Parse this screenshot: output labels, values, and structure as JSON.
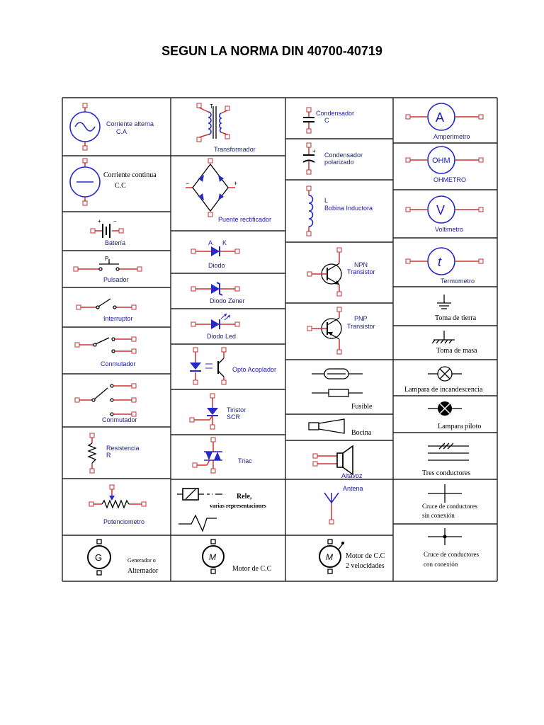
{
  "title": "SEGUN LA NORMA DIN 40700-40719",
  "col1": {
    "corriente_alterna": [
      "Corriente alterna",
      "C.A"
    ],
    "corriente_continua": [
      "Corriente continua",
      "C.C"
    ],
    "bateria": "Batería",
    "pulsador": "Pulsador",
    "pulsador_letter": "P",
    "interruptor": "Interruptor",
    "conmutador1": "Conmutador",
    "conmutador2": "Conmutador",
    "resistencia": [
      "Resistencia",
      "R"
    ],
    "potenciometro": "Potenciometro",
    "generador": [
      "Generador o",
      "Alternador"
    ],
    "generador_letter": "G"
  },
  "col2": {
    "transformador": "Transformador",
    "transformador_letter": "T",
    "puente": "Puente rectificador",
    "diodo": "Diodo",
    "diodo_a": "A",
    "diodo_k": "K",
    "zener": "Diodo Zener",
    "led": "Diodo Led",
    "opto": "Opto Acoplador",
    "tiristor": [
      "Tiristor",
      "SCR"
    ],
    "triac": "Triac",
    "rele": [
      "Rele,",
      "varias representaciones"
    ],
    "motor": "Motor de C.C",
    "motor_letter": "M"
  },
  "col3": {
    "condensador": [
      "Condensador",
      "C"
    ],
    "condensador_pol": [
      "Condensador",
      "polarizado"
    ],
    "bobina": [
      "L",
      "Bobina Inductora"
    ],
    "npn": [
      "NPN",
      "Transistor"
    ],
    "pnp": [
      "PNP",
      "Transistor"
    ],
    "fusible": "Fusible",
    "bocina": "Bocina",
    "altavoz": "Altavoz",
    "antena": "Antena",
    "motor2": [
      "Motor de C.C",
      "2 velocidades"
    ],
    "motor2_letter": "M"
  },
  "col4": {
    "amperimetro": "Amperimetro",
    "amperimetro_letter": "A",
    "ohmetro": "OHMETRO",
    "ohmetro_letter": "OHM",
    "voltimetro": "Voltimetro",
    "voltimetro_letter": "V",
    "termometro": "Termometro",
    "termometro_letter": "t",
    "tierra": "Toma de tierra",
    "masa": "Toma de masa",
    "incandescencia": "Lampara de incandescencia",
    "piloto": "Lampara piloto",
    "tres": "Tres conductores",
    "sin_conexion": [
      "Cruce de conductores",
      "sin conexión"
    ],
    "con_conexion": [
      "Cruce de conductores",
      "con conexión"
    ]
  }
}
